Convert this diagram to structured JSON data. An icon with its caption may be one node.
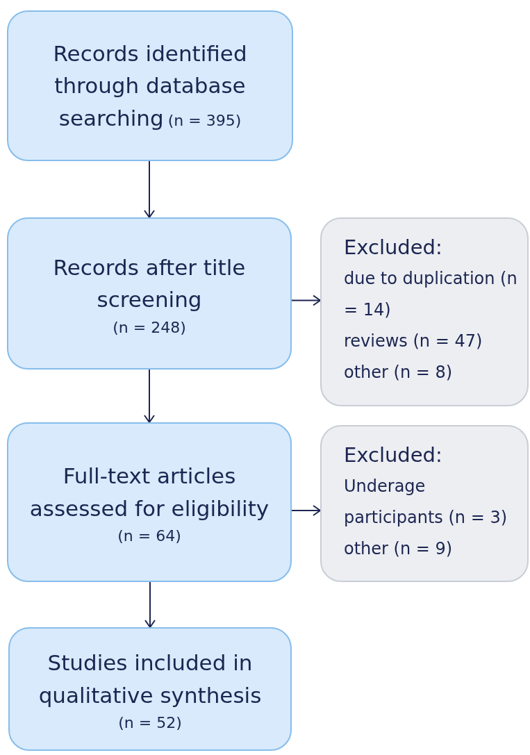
{
  "diagram": {
    "nodes": [
      {
        "text": [
          "Records identified through database searching",
          "(n = 395)"
        ]
      },
      {
        "text": [
          "Records after title screening",
          "(n = 248)"
        ]
      },
      {
        "text": [
          "Excluded:",
          "due to duplication (n = 14)",
          "reviews (n = 47)",
          "other (n = 8)"
        ]
      },
      {
        "text": [
          "Full-text articles assessed for eligibility",
          "(n = 64)"
        ]
      },
      {
        "text": [
          "Excluded:",
          "Underage participants (n = 3)",
          "other (n = 9)"
        ]
      },
      {
        "text": [
          "Studies included in qualitative synthesis",
          "(n = 52)"
        ]
      }
    ],
    "edges": [
      {
        "from": 0,
        "to": 1,
        "arrow": "to"
      },
      {
        "from": 1,
        "to": 2,
        "arrow": "to"
      },
      {
        "from": 1,
        "to": 3,
        "arrow": "to"
      },
      {
        "from": 3,
        "to": 4,
        "arrow": "to"
      },
      {
        "from": 3,
        "to": 5,
        "arrow": "to"
      }
    ]
  }
}
